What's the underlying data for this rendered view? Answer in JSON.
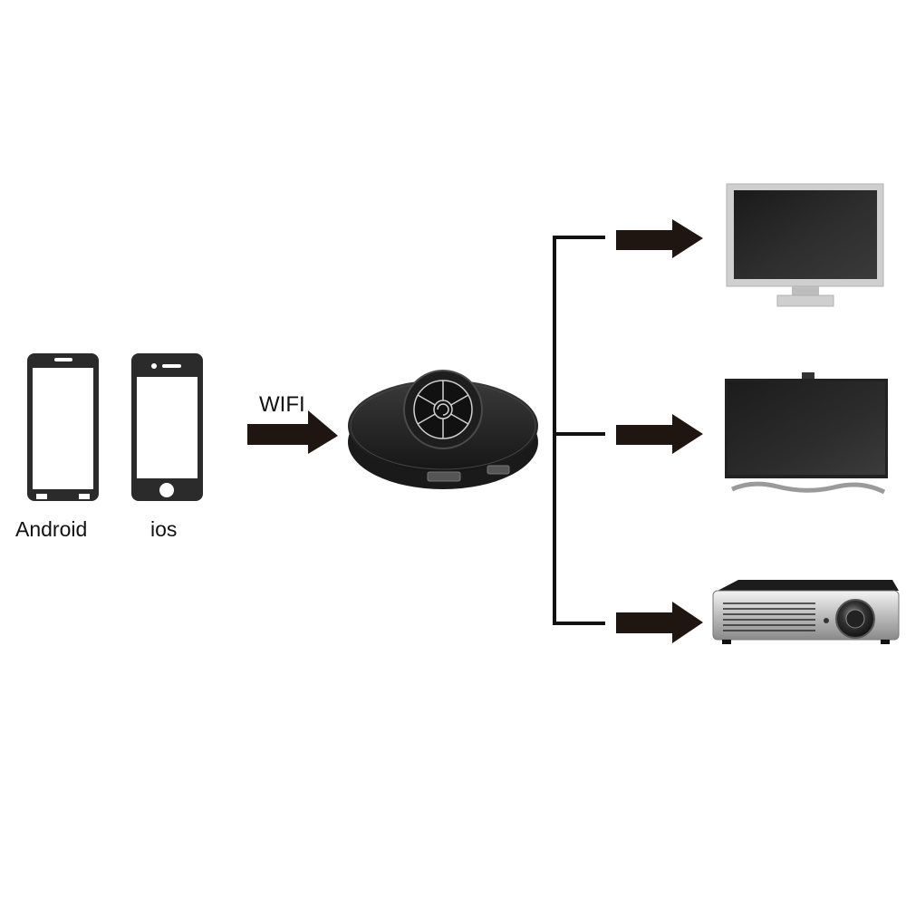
{
  "labels": {
    "android": "Android",
    "ios": "ios",
    "wifi": "WIFI"
  },
  "colors": {
    "arrow": "#1f1612",
    "device_dark": "#222222",
    "screen_dark": "#2b2b2b",
    "monitor_frame": "#c8c8c8",
    "line": "#111111"
  },
  "icons": {
    "android": "android-phone-icon",
    "ios": "iphone-icon",
    "dongle": "wifi-display-dongle",
    "monitor": "computer-monitor-icon",
    "tv": "flat-tv-icon",
    "projector": "projector-icon"
  }
}
